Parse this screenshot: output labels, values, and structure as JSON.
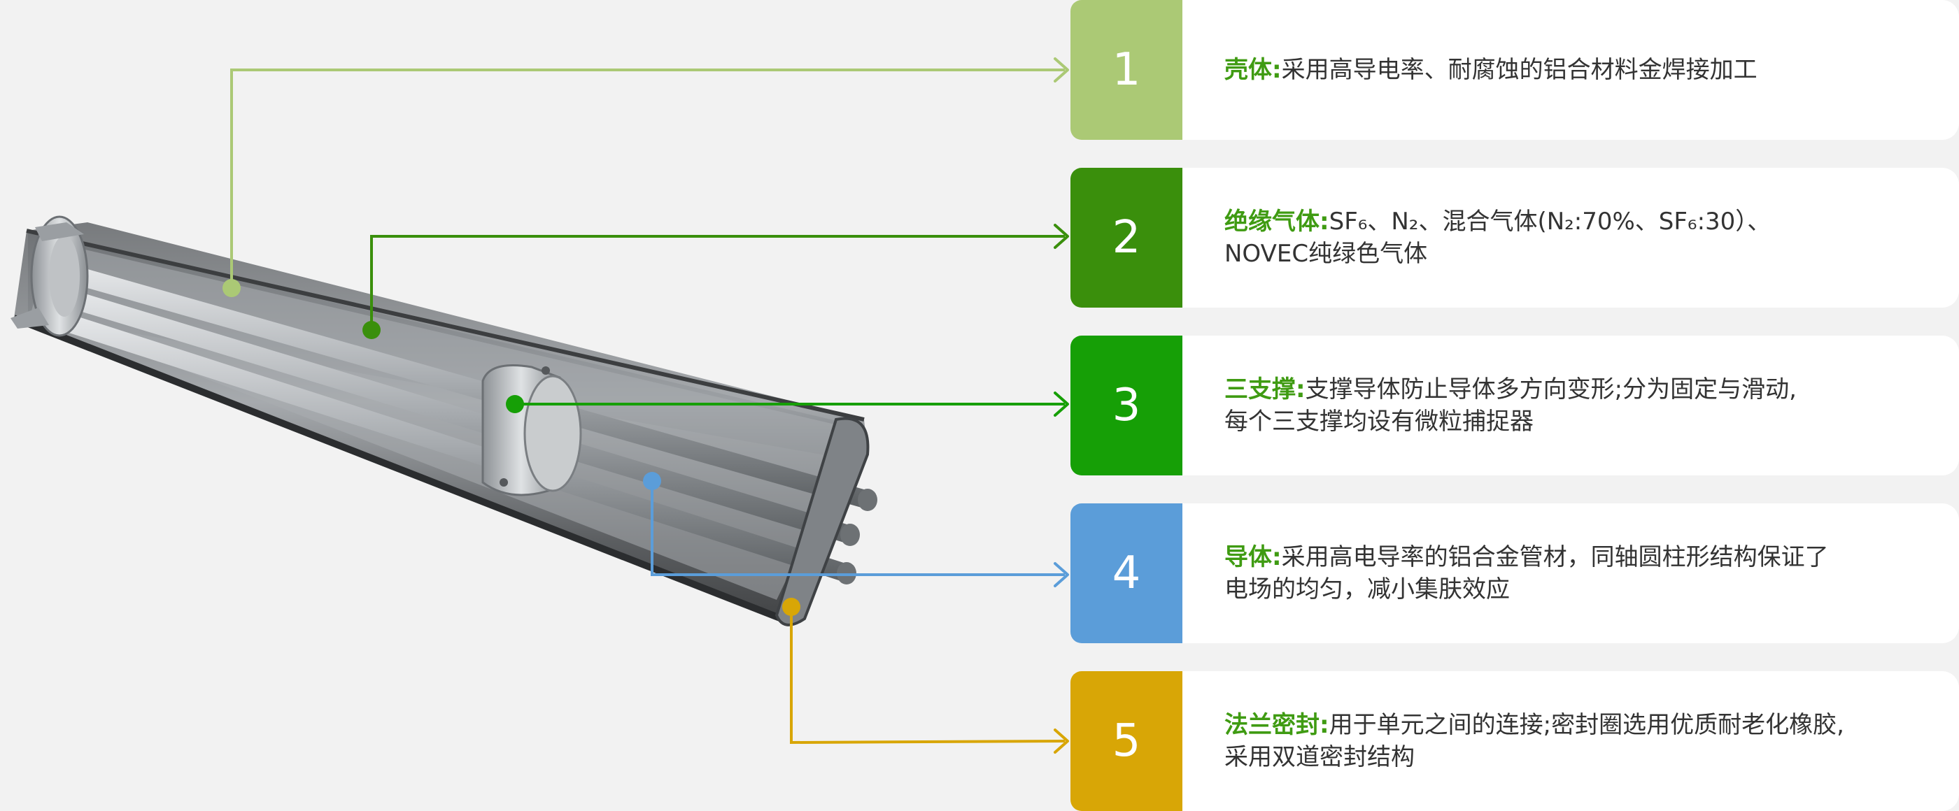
{
  "colors": {
    "background": "#f2f2f2",
    "label_green": "#3f9b12",
    "text": "#333333"
  },
  "items": [
    {
      "number": "1",
      "title": "壳体:",
      "lines": [
        "采用高导电率、耐腐蚀的铝合材料金焊接加工"
      ],
      "color": "#abc975"
    },
    {
      "number": "2",
      "title": "绝缘气体:",
      "lines": [
        "SF₆、N₂、混合气体(N₂:70%、SF₆:30）、",
        "NOVEC纯绿色气体"
      ],
      "color": "#3a8f0c"
    },
    {
      "number": "3",
      "title": "三支撑:",
      "lines": [
        "支撑导体防止导体多方向变形;分为固定与滑动,",
        "每个三支撑均设有微粒捕捉器"
      ],
      "color": "#169f06"
    },
    {
      "number": "4",
      "title": "导体:",
      "lines": [
        "采用高电导率的铝合金管材，同轴圆柱形结构保证了",
        "电场的均匀，减小集肤效应"
      ],
      "color": "#5b9dd9"
    },
    {
      "number": "5",
      "title": "法兰密封:",
      "lines": [
        "用于单元之间的连接;密封圈选用优质耐老化橡胶,",
        "采用双道密封结构"
      ],
      "color": "#d8a606"
    }
  ]
}
